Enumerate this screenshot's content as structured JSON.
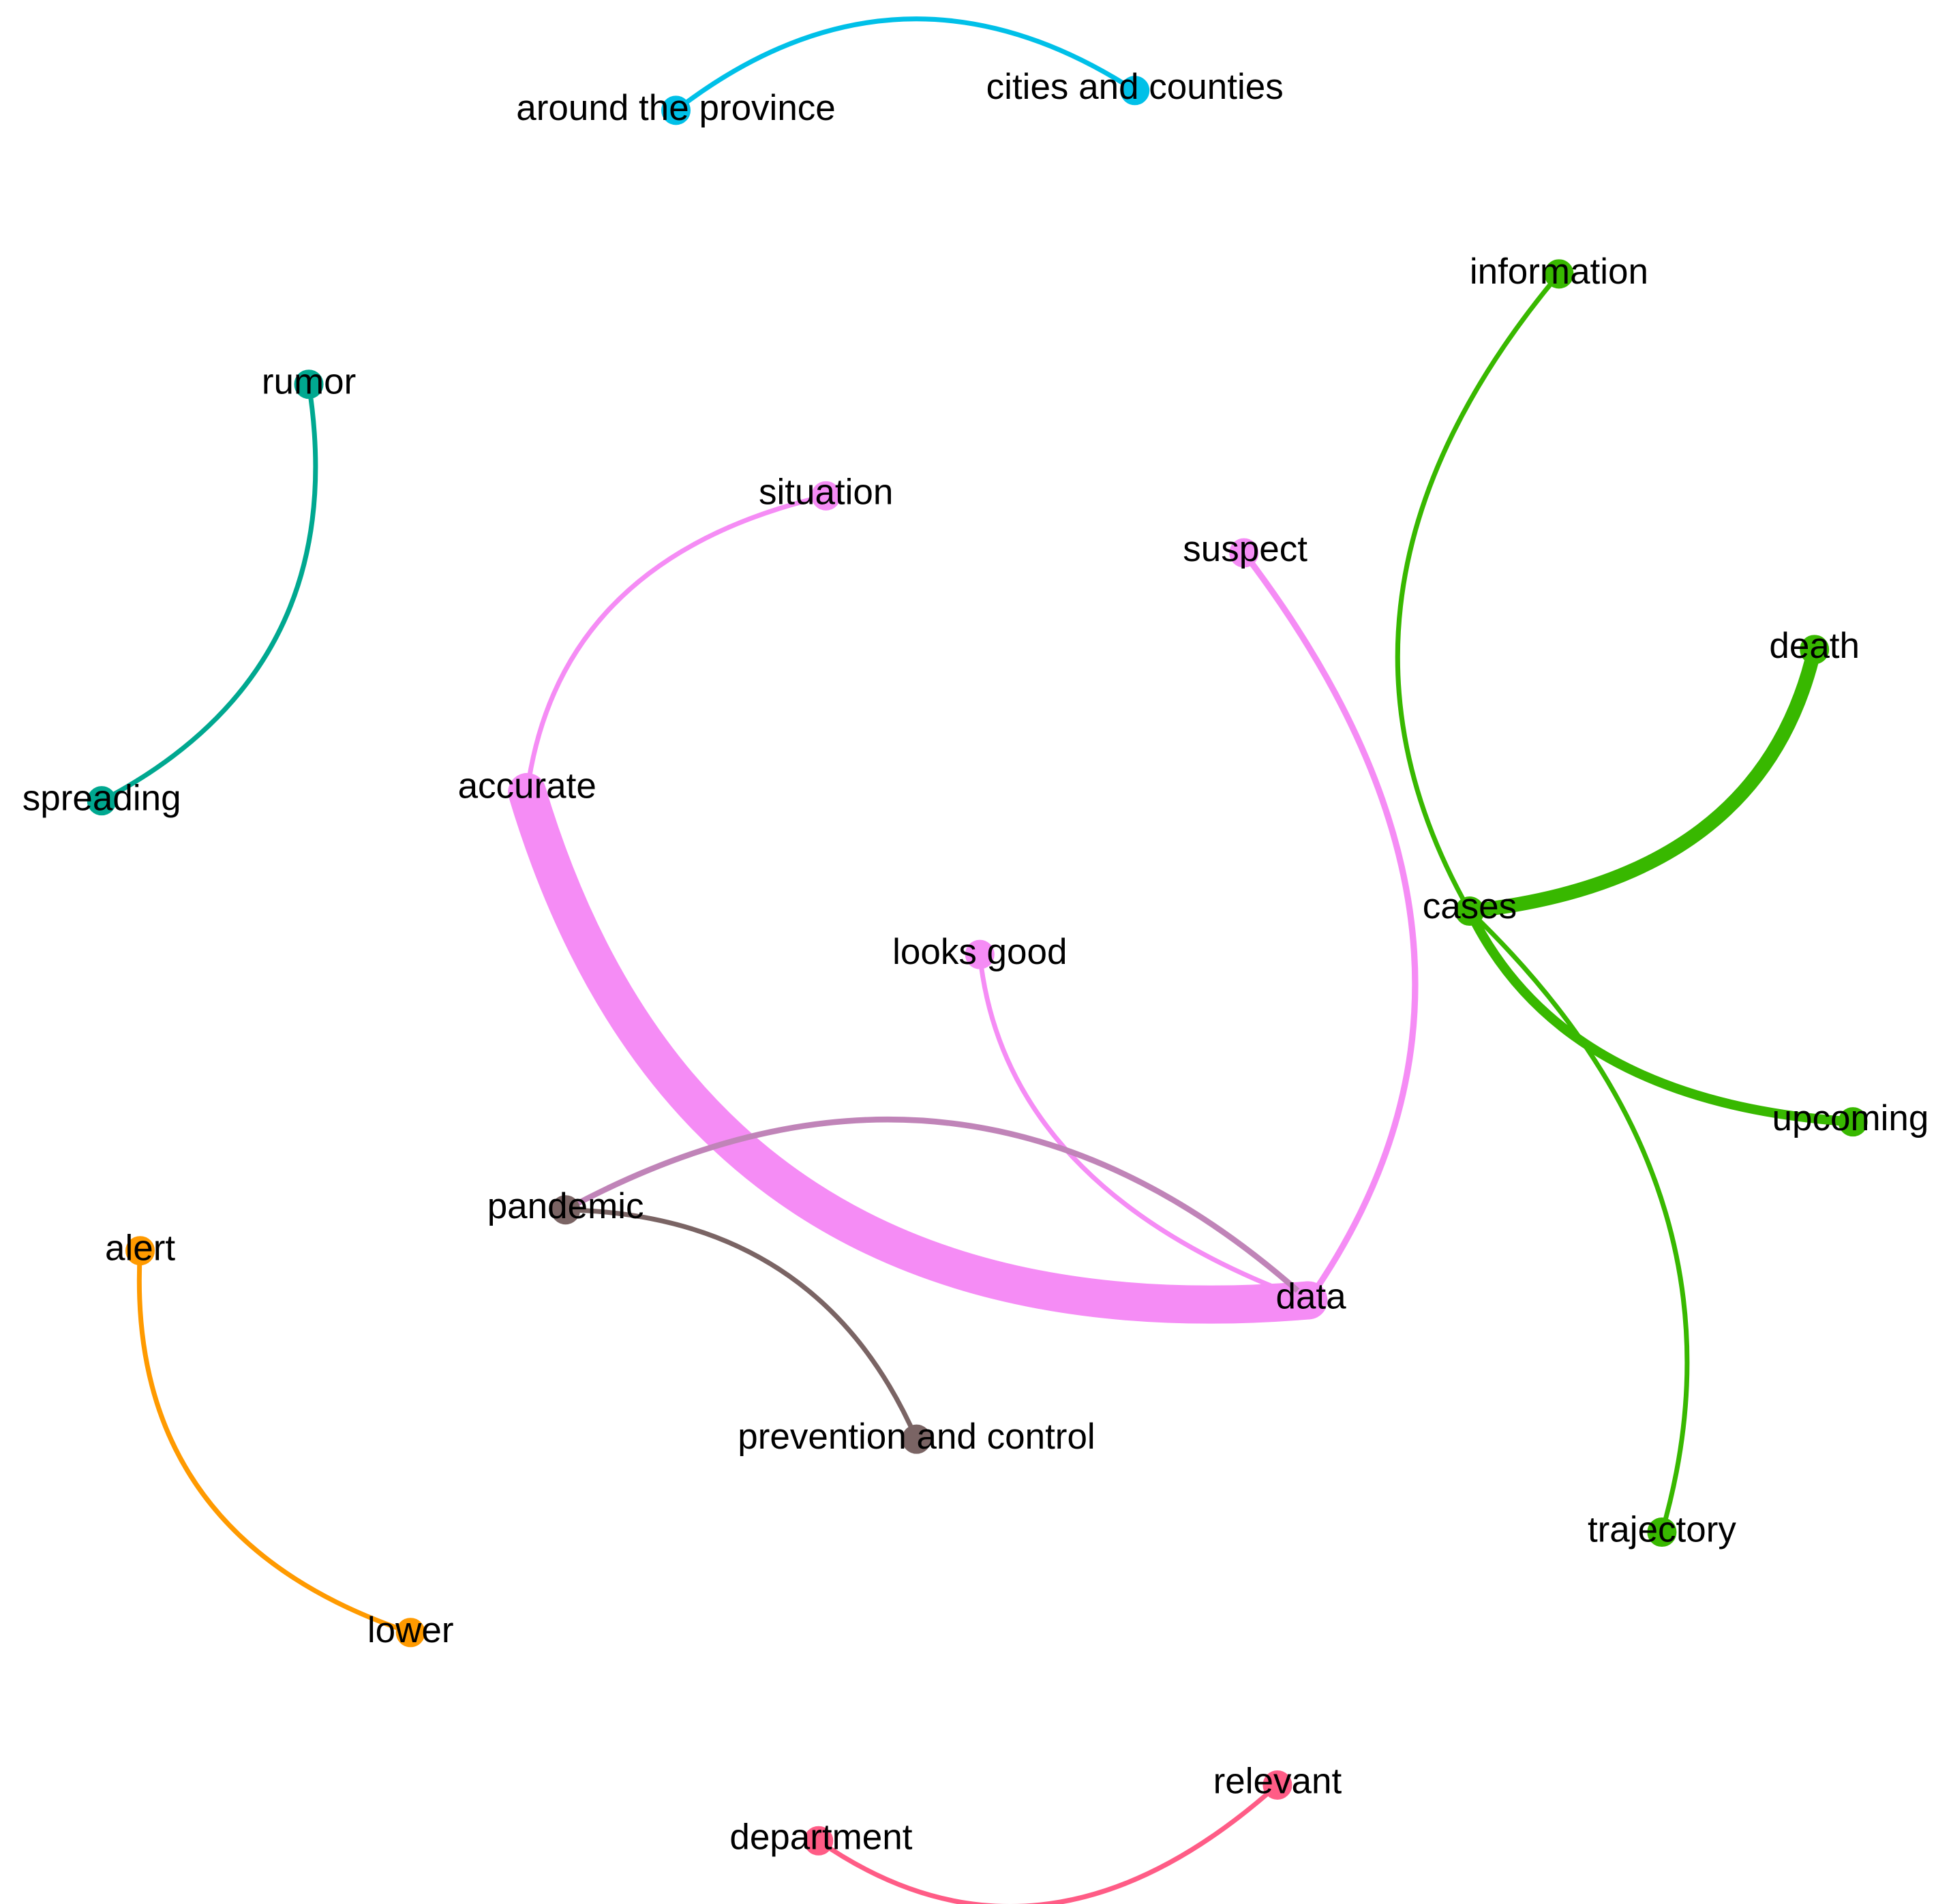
{
  "diagram": {
    "type": "network",
    "nodes": [
      {
        "id": "around_the_province",
        "label": "around the province",
        "color": "#00c0e8"
      },
      {
        "id": "cities_and_counties",
        "label": "cities and counties",
        "color": "#00c0e8"
      },
      {
        "id": "rumor",
        "label": "rumor",
        "color": "#00a890"
      },
      {
        "id": "spreading",
        "label": "spreading",
        "color": "#00a890"
      },
      {
        "id": "information",
        "label": "information",
        "color": "#38b800"
      },
      {
        "id": "death",
        "label": "death",
        "color": "#38b800"
      },
      {
        "id": "cases",
        "label": "cases",
        "color": "#38b800"
      },
      {
        "id": "upcoming",
        "label": "upcoming",
        "color": "#38b800"
      },
      {
        "id": "trajectory",
        "label": "trajectory",
        "color": "#38b800"
      },
      {
        "id": "situation",
        "label": "situation",
        "color": "#f58cf5"
      },
      {
        "id": "suspect",
        "label": "suspect",
        "color": "#f58cf5"
      },
      {
        "id": "accurate",
        "label": "accurate",
        "color": "#f58cf5"
      },
      {
        "id": "looks_good",
        "label": "looks good",
        "color": "#f58cf5"
      },
      {
        "id": "data",
        "label": "data",
        "color": "#f58cf5"
      },
      {
        "id": "pandemic",
        "label": "pandemic",
        "color": "#7a6464"
      },
      {
        "id": "prevention_and_control",
        "label": "prevention and control",
        "color": "#7a6464"
      },
      {
        "id": "alert",
        "label": "alert",
        "color": "#ff9a00"
      },
      {
        "id": "lower",
        "label": "lower",
        "color": "#ff9a00"
      },
      {
        "id": "department",
        "label": "department",
        "color": "#ff5c86"
      },
      {
        "id": "relevant",
        "label": "relevant",
        "color": "#ff5c86"
      }
    ],
    "edges": [
      {
        "source": "around_the_province",
        "target": "cities_and_counties",
        "weight": 1,
        "color": "#00c0e8"
      },
      {
        "source": "rumor",
        "target": "spreading",
        "weight": 1,
        "color": "#00a890"
      },
      {
        "source": "information",
        "target": "cases",
        "weight": 1,
        "color": "#38b800"
      },
      {
        "source": "cases",
        "target": "death",
        "weight": 3,
        "color": "#38b800"
      },
      {
        "source": "cases",
        "target": "upcoming",
        "weight": 2,
        "color": "#38b800"
      },
      {
        "source": "cases",
        "target": "trajectory",
        "weight": 1,
        "color": "#38b800"
      },
      {
        "source": "situation",
        "target": "accurate",
        "weight": 1,
        "color": "#f58cf5"
      },
      {
        "source": "accurate",
        "target": "data",
        "weight": 8,
        "color": "#f58cf5"
      },
      {
        "source": "suspect",
        "target": "data",
        "weight": 1.3,
        "color": "#f58cf5"
      },
      {
        "source": "looks_good",
        "target": "data",
        "weight": 1,
        "color": "#f58cf5"
      },
      {
        "source": "pandemic",
        "target": "data",
        "weight": 1.2,
        "color": "#c084b8"
      },
      {
        "source": "pandemic",
        "target": "prevention_and_control",
        "weight": 1,
        "color": "#7a6464"
      },
      {
        "source": "alert",
        "target": "lower",
        "weight": 1,
        "color": "#ff9a00"
      },
      {
        "source": "department",
        "target": "relevant",
        "weight": 1,
        "color": "#ff5c86"
      }
    ]
  }
}
